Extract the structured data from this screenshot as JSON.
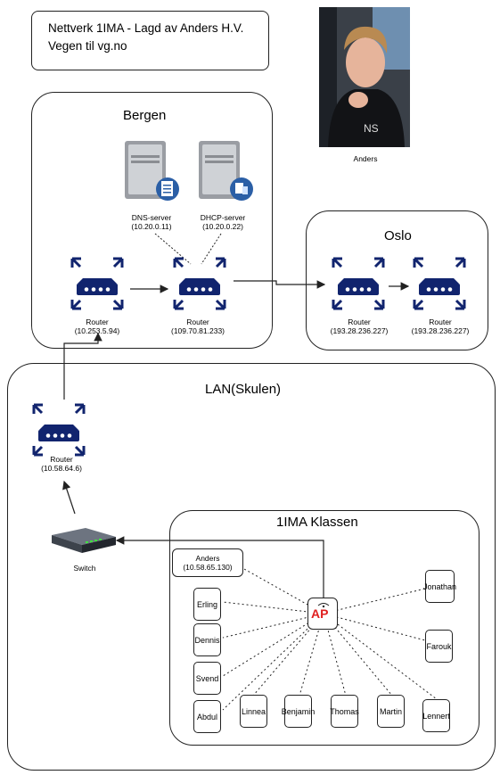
{
  "header": {
    "line1": "Nettverk 1IMA - Lagd av Anders H.V.",
    "line2": "Vegen til vg.no"
  },
  "photo": {
    "caption": "Anders"
  },
  "regions": {
    "bergen": "Bergen",
    "oslo": "Oslo",
    "lan": "LAN(Skulen)",
    "klassen": "1IMA Klassen"
  },
  "servers": {
    "dns": {
      "name": "DNS-server",
      "ip": "(10.20.0.11)"
    },
    "dhcp": {
      "name": "DHCP-server",
      "ip": "(10.20.0.22)"
    }
  },
  "routers": {
    "bergen1": {
      "name": "Router",
      "ip": "(10.253.5.94)"
    },
    "bergen2": {
      "name": "Router",
      "ip": "(109.70.81.233)"
    },
    "oslo1": {
      "name": "Router",
      "ip": "(193.28.236.227)"
    },
    "oslo2": {
      "name": "Router",
      "ip": "(193.28.236.227)"
    },
    "lan": {
      "name": "Router",
      "ip": "(10.58.64.6)"
    }
  },
  "switch": {
    "name": "Switch"
  },
  "ap": {
    "label": "AP"
  },
  "anders": {
    "name": "Anders",
    "ip": "(10.58.65.130)"
  },
  "people": {
    "erling": "Erling",
    "dennis": "Dennis",
    "svend": "Svend",
    "abdul": "Abdul",
    "linnea": "Linnea",
    "benjamin": "Benjamin",
    "thomas": "Thomas",
    "martin": "Martin",
    "lennert": "Lennert",
    "jonathan": "Jonathan",
    "farouk": "Farouk"
  },
  "colors": {
    "router": "#11246e",
    "ap_text": "#e02020"
  }
}
